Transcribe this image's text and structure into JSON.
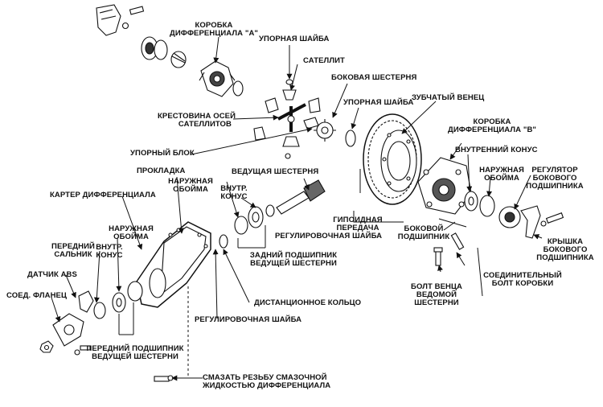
{
  "diagram": {
    "labels": {
      "korobka_a": "КОРОБКА\nДИФФЕРЕНЦИАЛА \"А\"",
      "upornaya_shaiba_1": "УПОРНАЯ ШАЙБА",
      "satellit": "САТЕЛЛИТ",
      "bokovaya_shesternya": "БОКОВАЯ ШЕСТЕРНЯ",
      "upornaya_shaiba_2": "УПОРНАЯ ШАЙБА",
      "zubchaty_venets": "ЗУБЧАТЫЙ ВЕНЕЦ",
      "krestovina": "КРЕСТОВИНА ОСЕЙ\nСАТЕЛЛИТОВ",
      "korobka_b": "КОРОБКА\nДИФФЕРЕНЦИАЛА \"В\"",
      "uporny_blok": "УПОРНЫЙ БЛОК",
      "vnutrenny_konus": "ВНУТРЕННИЙ КОНУС",
      "prokladka": "ПРОКЛАДКА",
      "vedushaya_shesternya": "ВЕДУЩАЯ ШЕСТЕРНЯ",
      "naruzhnaya_oboima_right": "НАРУЖНАЯ\nОБОЙМА",
      "regulyator": "РЕГУЛЯТОР\nБОКОВОГО\nПОДШИПНИКА",
      "naruzhnaya_oboima_mid": "НАРУЖНАЯ\nОБОЙМА",
      "vnutr_konus_mid": "ВНУТР.\nКОНУС",
      "karter": "КАРТЕР ДИФФЕРЕНЦИАЛА",
      "gipoidnaya": "ГИПОИДНАЯ\nПЕРЕДАЧА",
      "naruzhnaya_oboima_left": "НАРУЖНАЯ\nОБОЙМА",
      "bokovoy_podshipnik": "БОКОВОЙ\nПОДШИПНИК",
      "regulirovochnaya_1": "РЕГУЛИРОВОЧНАЯ ШАЙБА",
      "krysha": "КРЫШКА\nБОКОВОГО\nПОДШИПНИКА",
      "peredniy_salnik": "ПЕРЕДНИЙ\nСАЛЬНИК",
      "vnutr_konus_left": "ВНУТР.\nКОНУС",
      "zadniy_podshipnik": "ЗАДНИЙ ПОДШИПНИК\nВЕДУЩЕЙ ШЕСТЕРНИ",
      "datchik_abs": "ДАТЧИК ABS",
      "soedinitelny_bolt": "СОЕДИНИТЕЛЬНЫЙ\nБОЛТ КОРОБКИ",
      "distantsionnoe": "ДИСТАНЦИОННОЕ КОЛЬЦО",
      "soed_flanets": "СОЕД. ФЛАНЕЦ",
      "bolt_ventsa": "БОЛТ ВЕНЦА\nВЕДОМОЙ\nШЕСТЕРНИ",
      "regulirovochnaya_2": "РЕГУЛИРОВОЧНАЯ ШАЙБА",
      "peredniy_podshipnik": "ПЕРЕДНИЙ ПОДШИПНИК\nВЕДУЩЕЙ ШЕСТЕРНИ",
      "smazat": "СМАЗАТЬ РЕЗЬБУ СМАЗОЧНОЙ\nЖИДКОСТЬЮ ДИФФЕРЕНЦИАЛА"
    }
  }
}
